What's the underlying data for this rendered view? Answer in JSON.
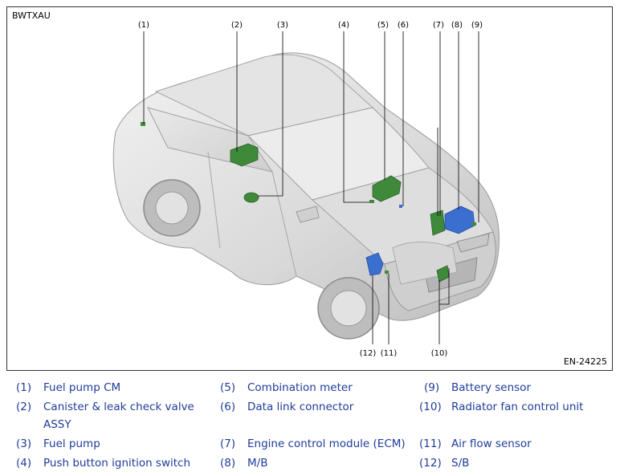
{
  "figure": {
    "code": "BWTXAU",
    "ref": "EN-24225",
    "callouts": [
      "(1)",
      "(2)",
      "(3)",
      "(4)",
      "(5)",
      "(6)",
      "(7)",
      "(8)",
      "(9)",
      "(10)",
      "(11)",
      "(12)"
    ]
  },
  "legend": [
    {
      "num": "(1)",
      "label": "Fuel pump CM"
    },
    {
      "num": "(2)",
      "label": "Canister & leak check valve ASSY"
    },
    {
      "num": "(3)",
      "label": "Fuel pump"
    },
    {
      "num": "(4)",
      "label": "Push button ignition switch"
    },
    {
      "num": "(5)",
      "label": "Combination meter"
    },
    {
      "num": "(6)",
      "label": "Data link connector"
    },
    {
      "num": "(7)",
      "label": "Engine control module (ECM)"
    },
    {
      "num": "(8)",
      "label": "M/B"
    },
    {
      "num": "(9)",
      "label": "Battery sensor"
    },
    {
      "num": "(10)",
      "label": "Radiator fan control unit"
    },
    {
      "num": "(11)",
      "label": "Air flow sensor"
    },
    {
      "num": "(12)",
      "label": "S/B"
    }
  ],
  "colors": {
    "legend_text": "#1f3c99",
    "component_green": "#3f8a3a",
    "component_blue": "#3a6fd0"
  }
}
